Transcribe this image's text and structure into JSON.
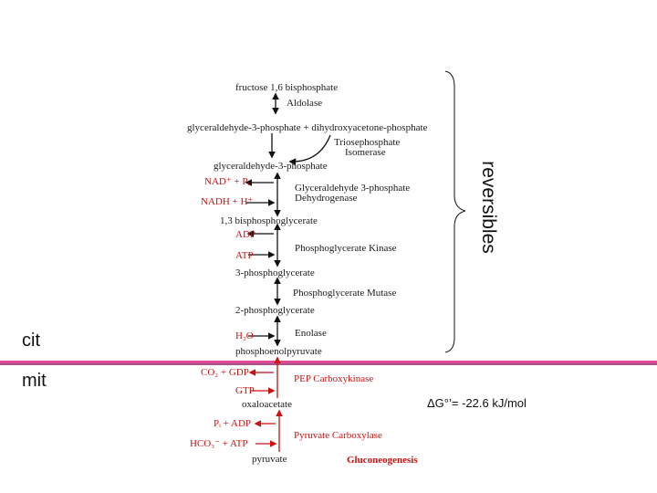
{
  "labels": {
    "region_cytosol": "cit",
    "region_mitochondria": "mit",
    "reversible_bracket": "reversibles",
    "delta_g": "ΔG°’= -22.6 kJ/mol",
    "title": "Gluconeogenesis"
  },
  "metabolites": {
    "fructose_bp": "fructose 1,6 bisphosphate",
    "triose_pair": "glyceraldehyde-3-phosphate + dihydroxyacetone-phosphate",
    "gap": "glyceraldehyde-3-phosphate",
    "bpg": "1,3 bisphosphoglycerate",
    "pg3": "3-phosphoglycerate",
    "pg2": "2-phosphoglycerate",
    "pep": "phosphoenolpyruvate",
    "oaa": "oxaloacetate",
    "pyruvate": "pyruvate"
  },
  "enzymes": {
    "aldolase": "Aldolase",
    "tpi_line1": "Triosephosphate",
    "tpi_line2": "Isomerase",
    "gapdh_line1": "Glyceraldehyde 3-phosphate",
    "gapdh_line2": "Dehydrogenase",
    "pgk": "Phosphoglycerate Kinase",
    "pgm": "Phosphoglycerate Mutase",
    "enolase": "Enolase",
    "pepck": "PEP Carboxykinase",
    "pc": "Pyruvate Carboxylase"
  },
  "cofactors": {
    "nad": "NAD⁺ + Pᵢ",
    "nadh": "NADH + H⁺",
    "adp1": "ADP",
    "atp1": "ATP",
    "h2o": "H₂O",
    "co2gdp": "CO₂ + GDP",
    "gtp": "GTP",
    "piadp": "Pᵢ + ADP",
    "hco3atp": "HCO₃⁻ + ATP"
  },
  "colors": {
    "arrow_black": "#111111",
    "arrow_red": "#cc1111",
    "membrane_line": "#e0499a",
    "membrane_shadow": "#8a1a5a"
  }
}
